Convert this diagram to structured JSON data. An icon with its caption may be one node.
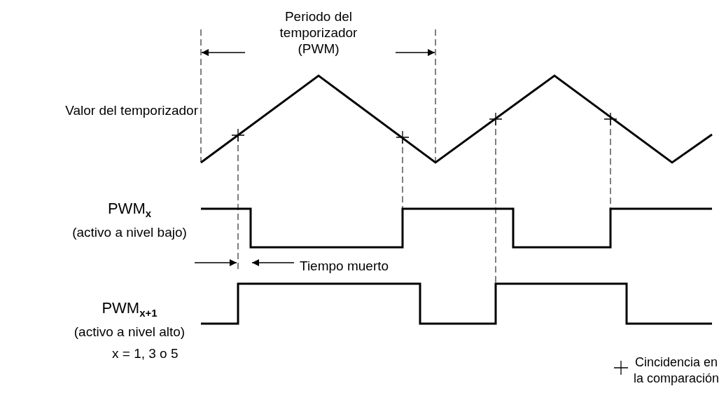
{
  "diagram": {
    "labels": [
      "Periodo del temporizador (PWM)",
      "Valor del temporizador",
      "PWM$_{x}$",
      "(activo a nivel bajo)",
      "Tiempo muerto",
      "PWM$_{x+1}$",
      "(activo a nivel alto)",
      "x = 1, 3 o 5"
    ],
    "legend": [
      {
        "text": "Cincidencia en la comparación"
      }
    ]
  }
}
